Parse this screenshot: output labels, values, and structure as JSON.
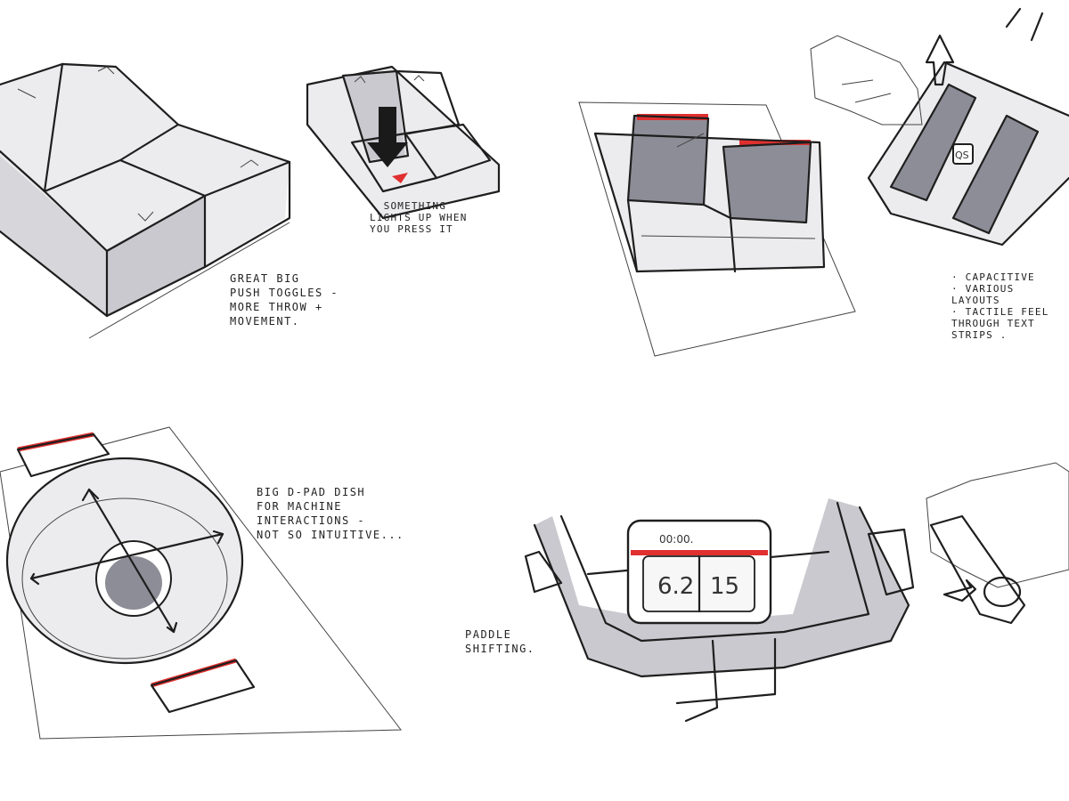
{
  "notes": {
    "push_toggles": "GREAT BIG\nPUSH TOGGLES -\nMORE THROW +\nMOVEMENT.",
    "lights_up": "· SOMETHING\nLIGHTS UP WHEN\nYOU PRESS IT",
    "capacitive": "· CAPACITIVE\n· VARIOUS\n  LAYOUTS\n· TACTILE FEEL\nTHROUGH TEXT\nSTRIPS .",
    "dpad": "BIG D-PAD DISH\nFOR MACHINE\nINTERACTIONS -\nNOT SO INTUITIVE...",
    "paddle": "PADDLE\nSHIFTING."
  },
  "display": {
    "top_readout": "00:00.",
    "left_value": "6.2",
    "right_value": "15"
  },
  "capacitive_label": "QS",
  "colors": {
    "ink": "#1e1e1e",
    "accent_red": "#e03030",
    "marker_gray": "#c9c9cf",
    "marker_dark": "#8d8d97"
  }
}
